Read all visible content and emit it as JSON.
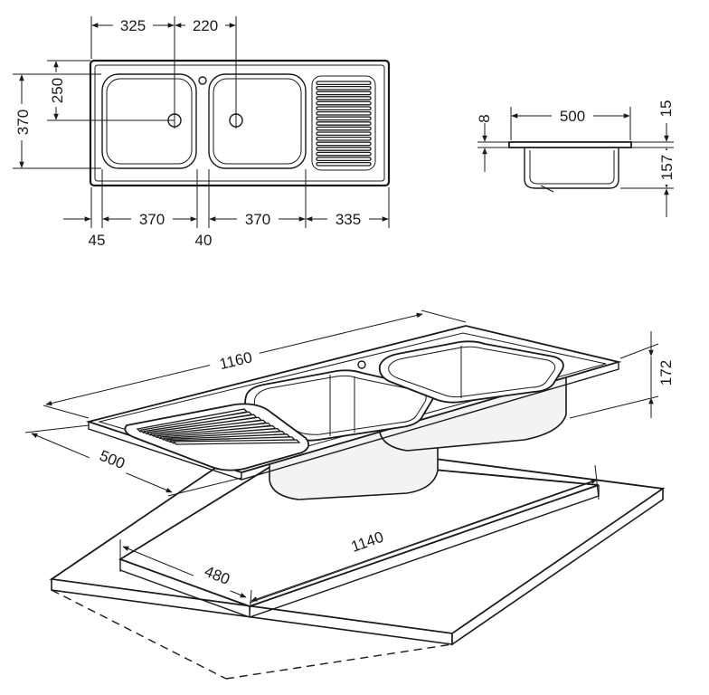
{
  "top_view": {
    "dims": {
      "d325": "325",
      "d220": "220",
      "d250": "250",
      "d370_h": "370",
      "d45": "45",
      "d370_a": "370",
      "d40": "40",
      "d370_b": "370",
      "d335": "335"
    }
  },
  "side_view": {
    "dims": {
      "d500": "500",
      "d8": "8",
      "d15": "15",
      "d157": "157"
    }
  },
  "perspective_view": {
    "dims": {
      "d1160": "1160",
      "d500": "500",
      "d172": "172",
      "d1140": "1140",
      "d480": "480"
    }
  }
}
